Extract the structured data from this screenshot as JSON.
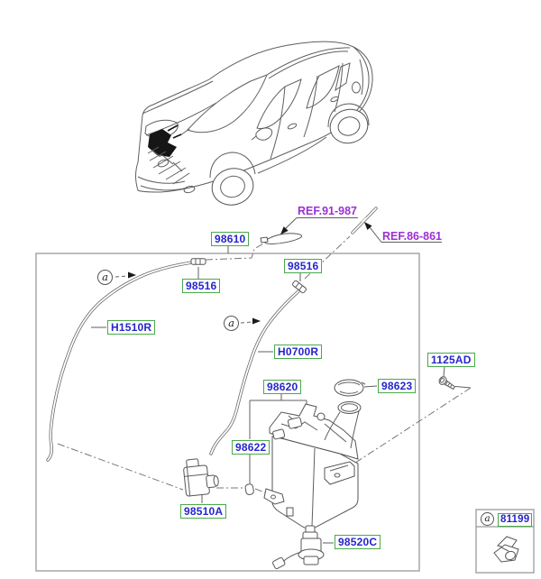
{
  "diagram": {
    "marker_letter": "a",
    "refs": {
      "ref1": "REF.91-987",
      "ref2": "REF.86-861"
    },
    "parts": {
      "nozzle_asm": "98610",
      "connector": "98516",
      "hose_front": "H1510R",
      "hose_rear": "H0700R",
      "reservoir_asm": "98620",
      "grommet": "98622",
      "cap": "98623",
      "bolt": "1125AD",
      "motor_front": "98510A",
      "motor_washer": "98520C",
      "clip": "81199"
    },
    "colors": {
      "part_label_text": "#2525cd",
      "part_label_border": "#4aa94a",
      "ref_label_text": "#9b30d3",
      "line_art": "#5f5f5f"
    }
  }
}
